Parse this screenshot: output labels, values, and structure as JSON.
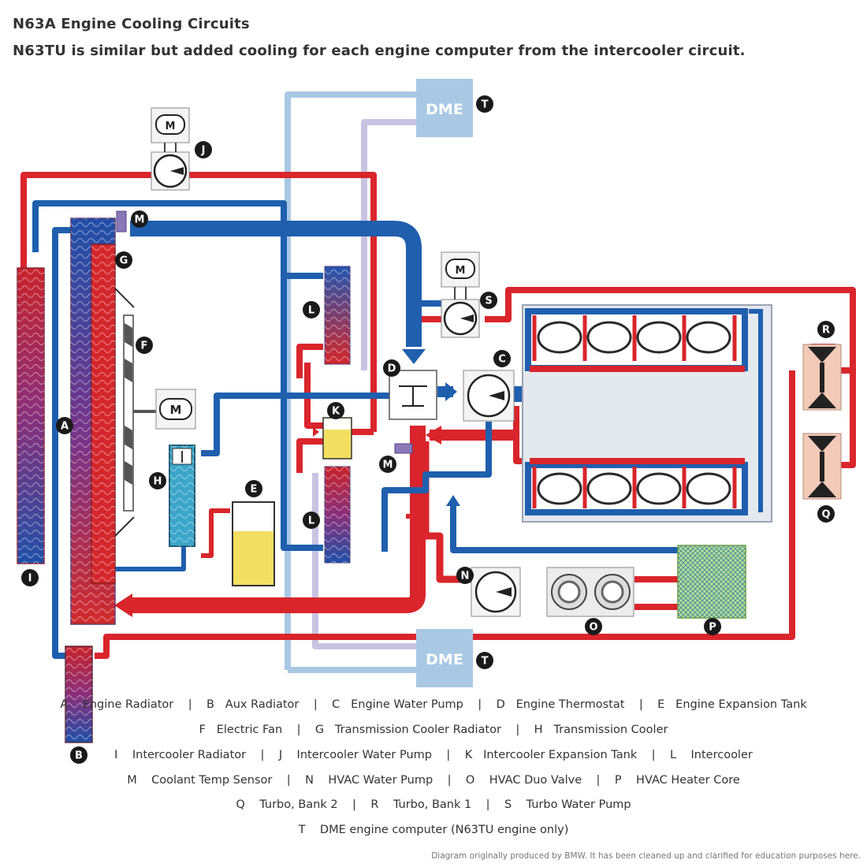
{
  "title": "N63A Engine Cooling Circuits",
  "subtitle": "N63TU is similar but added cooling for each engine computer from the intercooler circuit.",
  "diagram_labels": {
    "dme": "DME",
    "motor": "M",
    "badges": [
      "A",
      "B",
      "C",
      "D",
      "E",
      "F",
      "G",
      "H",
      "I",
      "J",
      "K",
      "L",
      "M",
      "N",
      "O",
      "P",
      "Q",
      "R",
      "S",
      "T"
    ]
  },
  "legend": {
    "line1": "A    Engine Radiator    |    B   Aux Radiator    |    C   Engine Water Pump    |    D   Engine Thermostat    |    E   Engine Expansion Tank",
    "line2": "F   Electric Fan    |    G   Transmission Cooler Radiator    |    H   Transmission Cooler",
    "line3": "I    Intercooler Radiator    |    J    Intercooler Water Pump    |    K   Intercooler Expansion Tank    |    L    Intercooler",
    "line4": "M    Coolant Temp Sensor    |    N    HVAC Water Pump    |    O    HVAC Duo Valve    |    P    HVAC Heater Core",
    "line5": "Q    Turbo, Bank 2    |    R    Turbo, Bank 1    |    S    Turbo Water Pump",
    "line6": "T    DME engine computer (N63TU engine only)"
  },
  "credit": "Diagram originally produced by BMW. It has been cleaned up and clarified for education purposes here.",
  "colors": {
    "hot": "#d9252b",
    "cold": "#1f5fae",
    "light_blue": "#a9c8e4",
    "light_purple": "#c9c3e3",
    "badge": "#1a1a1a",
    "tank_fill": "#f2df63",
    "heater_core": "#9ed17a"
  }
}
